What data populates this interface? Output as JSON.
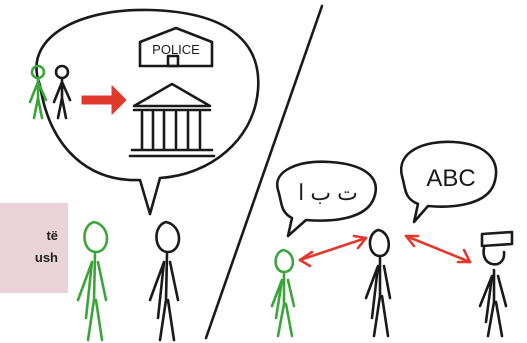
{
  "panel": {
    "line1": "të",
    "line2": "ush"
  },
  "police_sign": "POLICE",
  "speech_left_text": "ت ب ا",
  "speech_right_text": "ABC",
  "colors": {
    "ink": "#1a1a1a",
    "person_green": "#3aa63a",
    "arrow_red": "#e03a2f",
    "panel_pink": "#e9d2d8"
  }
}
